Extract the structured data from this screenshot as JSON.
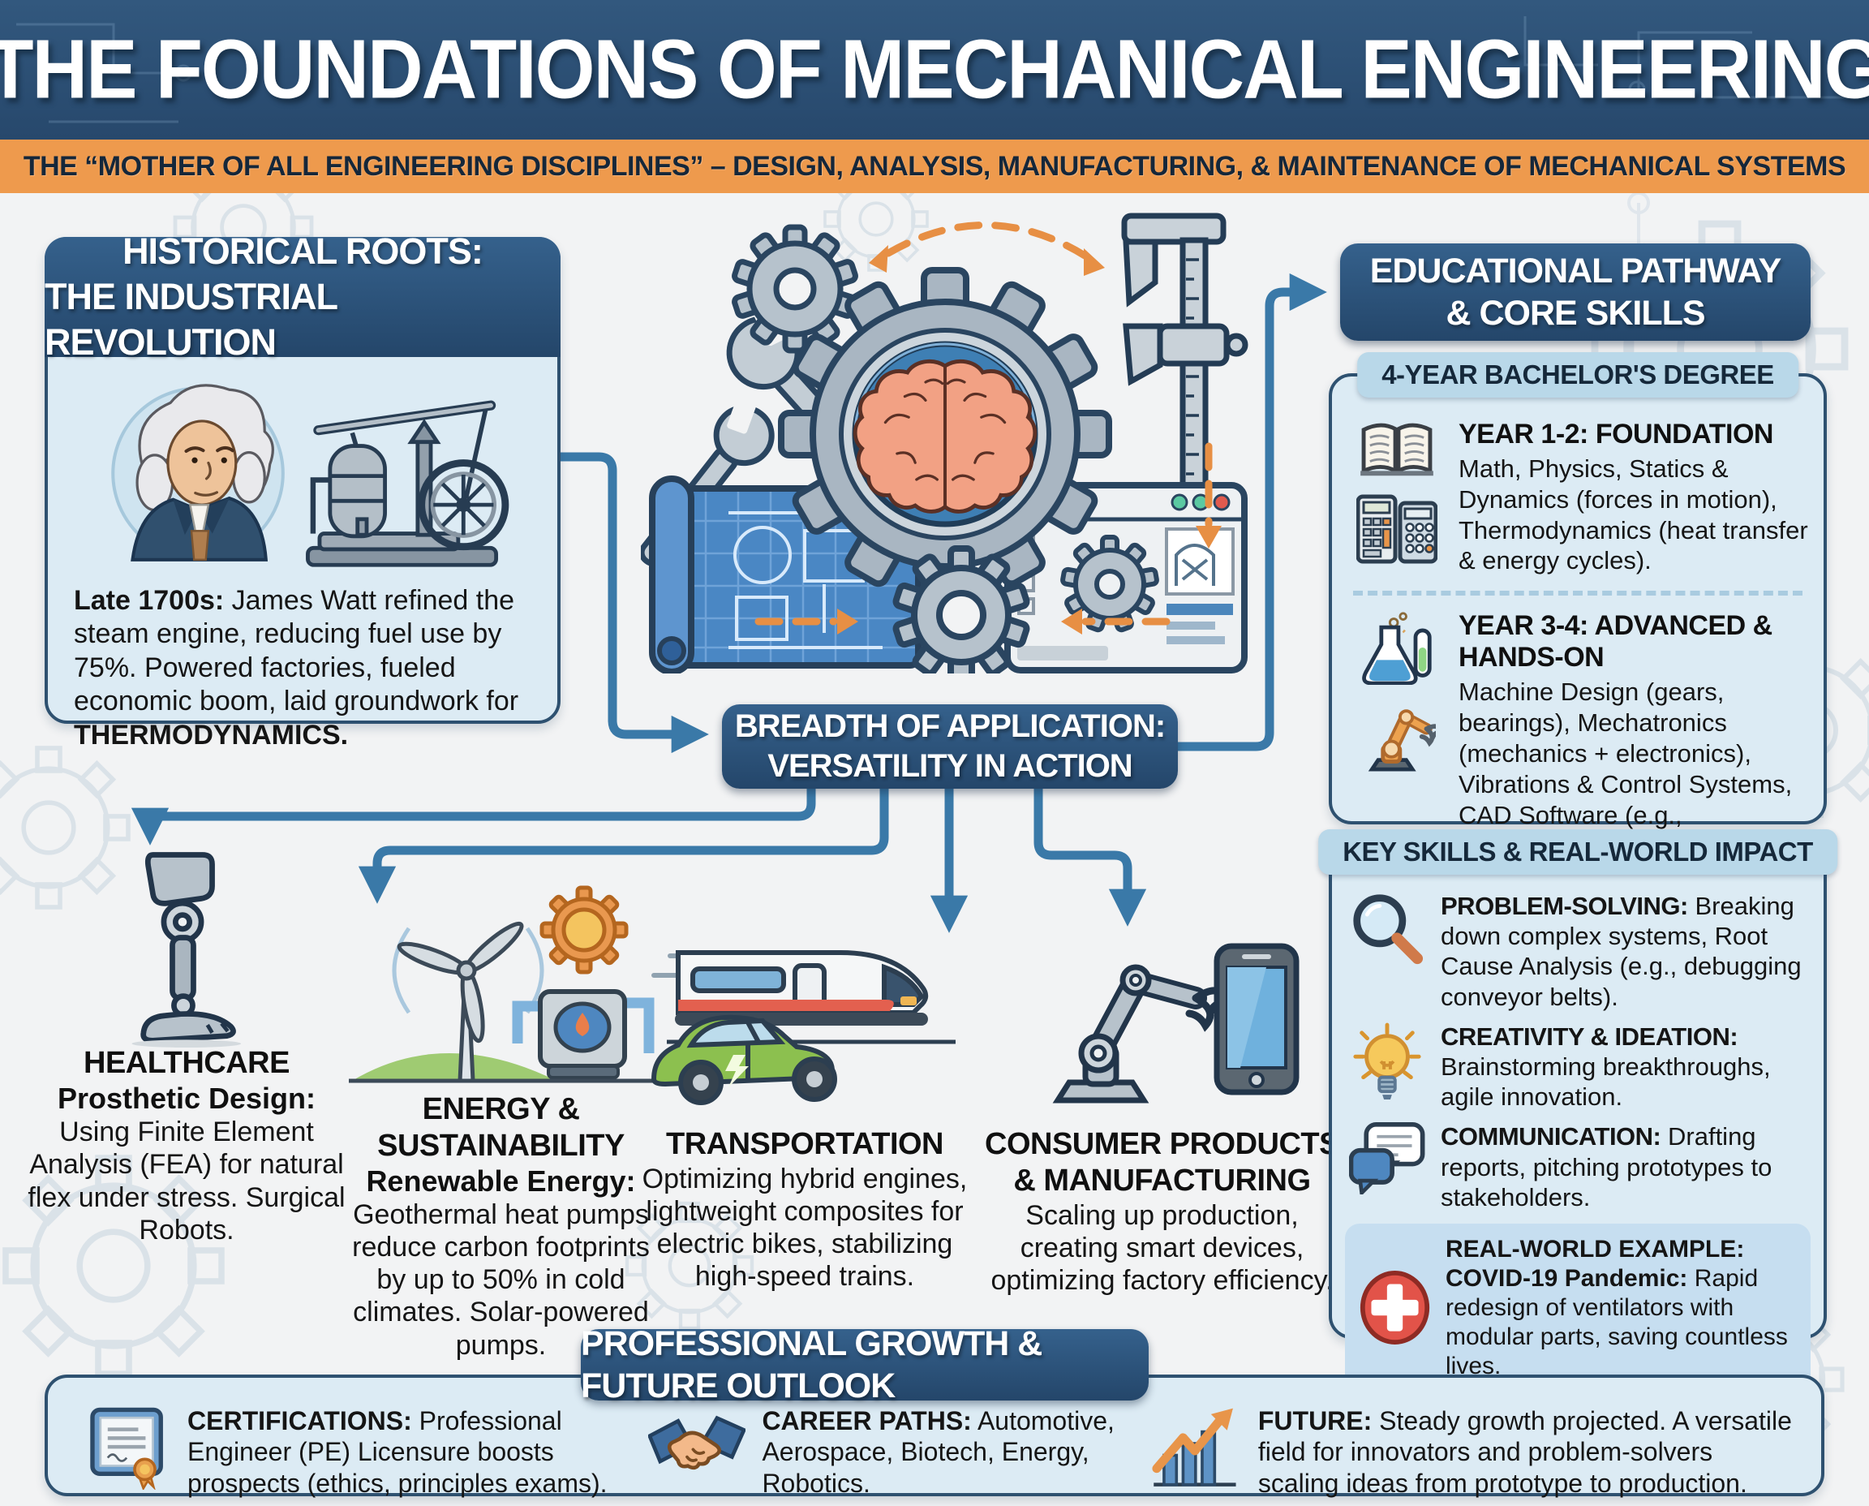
{
  "title": "THE FOUNDATIONS OF MECHANICAL ENGINEERING",
  "subtitle": "THE “MOTHER OF ALL ENGINEERING DISCIPLINES” – DESIGN, ANALYSIS, MANUFACTURING, & MAINTENANCE OF MECHANICAL SYSTEMS",
  "colors": {
    "navy": "#2d5478",
    "orange": "#ee9a4d",
    "card_blue": "#dcebf4",
    "badge_blue": "#b9d8e9",
    "connector_blue": "#3a79a8",
    "example_box_blue": "#c6def0",
    "arrow_orange": "#e78f44"
  },
  "historical": {
    "header_line1": "HISTORICAL ROOTS:",
    "header_line2": "THE INDUSTRIAL REVOLUTION",
    "lead": "Late 1700s:",
    "body": " James Watt refined the steam engine, reducing fuel use by 75%. Powered factories, fueled economic boom, laid groundwork for ",
    "strong": "THERMODYNAMICS."
  },
  "breadth": {
    "line1": "BREADTH OF APPLICATION:",
    "line2": "VERSATILITY IN ACTION"
  },
  "apps": [
    {
      "title": "HEALTHCARE",
      "sub": "Prosthetic Design:",
      "body": "Using Finite Element Analysis (FEA) for natural flex under stress. Surgical Robots."
    },
    {
      "title": "ENERGY & SUSTAINABILITY",
      "sub": "Renewable Energy:",
      "body": "Geothermal heat pumps reduce carbon footprints by up to 50% in cold climates. Solar-powered pumps."
    },
    {
      "title": "TRANSPORTATION",
      "body": "Optimizing hybrid engines, lightweight composites for electric bikes, stabilizing high-speed trains."
    },
    {
      "title": "CONSUMER PRODUCTS & MANUFACTURING",
      "body": "Scaling up production, creating smart devices, optimizing factory efficiency."
    }
  ],
  "education": {
    "header_line1": "EDUCATIONAL PATHWAY",
    "header_line2": "& CORE SKILLS",
    "degree_badge": "4-YEAR BACHELOR'S DEGREE",
    "year12": {
      "title": "YEAR 1-2: FOUNDATION",
      "body": "Math, Physics, Statics & Dynamics (forces in motion), Thermodynamics (heat transfer & energy cycles)."
    },
    "year34": {
      "title": "YEAR 3-4: ADVANCED & HANDS-ON",
      "body": "Machine Design (gears, bearings), Mechatronics (mechanics + electronics), Vibrations & Control Systems, CAD Software (e.g., SolidWorks), Hands-on Labs."
    }
  },
  "skills": {
    "badge": "KEY SKILLS & REAL-WORLD IMPACT",
    "items": [
      {
        "lead": "PROBLEM-SOLVING:",
        "body": " Breaking down complex systems, Root Cause Analysis (e.g., debugging conveyor belts)."
      },
      {
        "lead": "CREATIVITY & IDEATION:",
        "body": " Brainstorming breakthroughs, agile innovation."
      },
      {
        "lead": "COMMUNICATION:",
        "body": " Drafting reports, pitching prototypes to stakeholders."
      }
    ],
    "example": {
      "title": "REAL-WORLD EXAMPLE:",
      "lead": "COVID-19 Pandemic:",
      "body": " Rapid redesign of ventilators with modular parts, saving countless lives."
    }
  },
  "footer": {
    "banner": "PROFESSIONAL GROWTH & FUTURE OUTLOOK",
    "items": [
      {
        "lead": "CERTIFICATIONS:",
        "body": " Professional Engineer (PE) Licensure boosts prospects (ethics, principles exams)."
      },
      {
        "lead": "CAREER PATHS:",
        "body": " Automotive, Aerospace, Biotech, Energy, Robotics."
      },
      {
        "lead": "FUTURE:",
        "body": " Steady growth projected. A versatile field for innovators and problem-solvers scaling ideas from prototype to production."
      }
    ]
  },
  "icons": {
    "gear-brain-icon": "large gear with brain inside",
    "wrench-icon": "crossed wrenches",
    "caliper-icon": "vernier caliper",
    "blueprint-icon": "rolled blueprint drawing",
    "cad-software-icon": "CAD program window with gear",
    "small-gear-icon": "small gear",
    "james-watt-portrait": "portrait of James Watt",
    "steam-engine-icon": "beam steam engine with flywheel",
    "prosthetic-leg-icon": "prosthetic leg",
    "wind-turbine-icon": "wind turbine with sun gear and heat pump",
    "train-car-icon": "high-speed train and electric car",
    "robot-arm-phone-icon": "industrial robot arm and smartphone",
    "book-icon": "open book",
    "calculator-icon": "two calculators",
    "flask-icon": "lab flask and test tube",
    "robot-arm-small-icon": "small robot arm",
    "magnifier-icon": "magnifying glass",
    "lightbulb-icon": "glowing light bulb",
    "chat-icon": "speech bubbles",
    "medical-cross-icon": "red medical cross",
    "certificate-icon": "certificate with ribbon",
    "handshake-icon": "handshake",
    "growth-chart-icon": "rising arrow over bar chart"
  }
}
